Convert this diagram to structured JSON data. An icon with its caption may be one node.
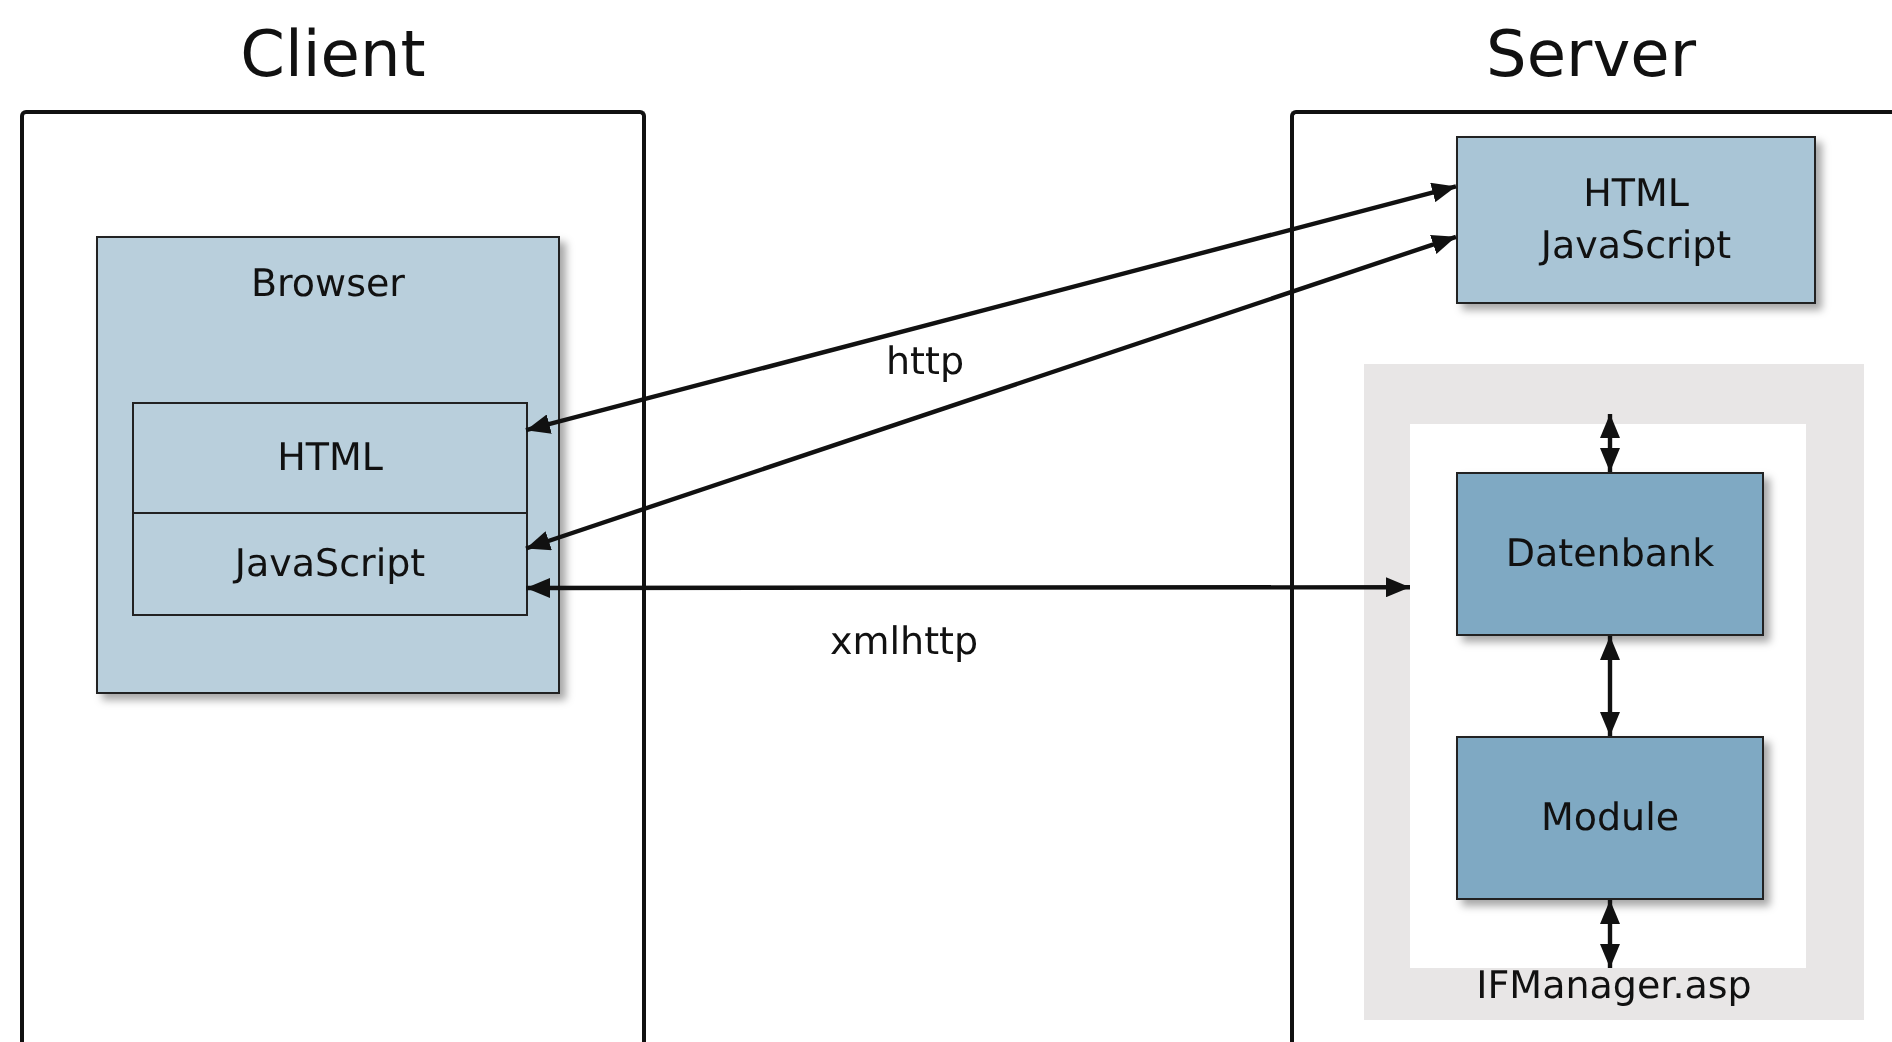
{
  "diagram": {
    "nodes": [
      {
        "text": [
          "Client"
        ]
      },
      {
        "text": [
          "Browser"
        ],
        "in": 0
      },
      {
        "text": [
          "HTML"
        ],
        "in": 1
      },
      {
        "text": [
          "JavaScript"
        ],
        "in": 1
      },
      {
        "text": [
          "Server"
        ]
      },
      {
        "text": [
          "HTML JavaScript"
        ],
        "in": 4
      },
      {
        "text": [
          "IFManager.asp"
        ],
        "in": 4
      },
      {
        "text": [],
        "shape": "box",
        "in": 6
      },
      {
        "text": [
          "Datenbank"
        ],
        "in": 7
      },
      {
        "text": [
          "Module"
        ],
        "in": 7
      }
    ],
    "edges": [
      {
        "from": 5,
        "to": 2,
        "arrow": "both",
        "label": "http"
      },
      {
        "from": 5,
        "to": 3,
        "arrow": "both"
      },
      {
        "from": 3,
        "to": 7,
        "arrow": "both",
        "label": "xmlhttp"
      },
      {
        "from": null,
        "to": 8,
        "arrow": "both"
      },
      {
        "from": 8,
        "to": 9,
        "arrow": "both"
      },
      {
        "from": 9,
        "to": null,
        "arrow": "both"
      }
    ]
  }
}
